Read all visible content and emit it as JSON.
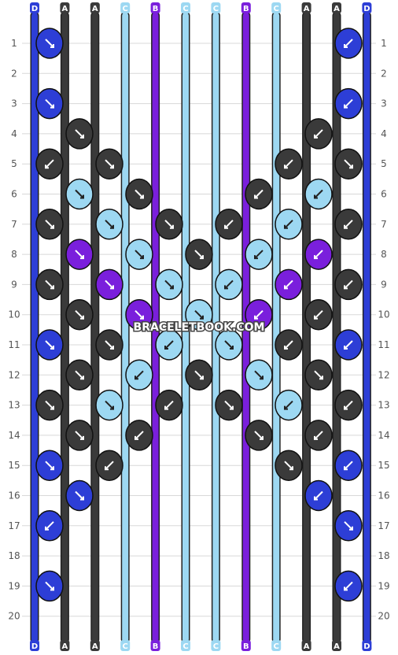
{
  "site_watermark": "BRACELETBOOK.COM",
  "colors": {
    "A": "#3a3a3a",
    "B": "#7a1fdc",
    "C": "#9dd8f2",
    "D": "#2d3ed6"
  },
  "strands_top": [
    "D",
    "A",
    "A",
    "C",
    "B",
    "C",
    "C",
    "B",
    "C",
    "A",
    "A",
    "D"
  ],
  "strands_bottom": [
    "D",
    "A",
    "A",
    "C",
    "B",
    "C",
    "C",
    "B",
    "C",
    "A",
    "A",
    "D"
  ],
  "rows": [
    "1",
    "2",
    "3",
    "4",
    "5",
    "6",
    "7",
    "8",
    "9",
    "10",
    "11",
    "12",
    "13",
    "14",
    "15",
    "16",
    "17",
    "18",
    "19",
    "20"
  ],
  "knots": [
    {
      "row": 1,
      "pos": 0,
      "color": "D",
      "dir": "se"
    },
    {
      "row": 1,
      "pos": 10,
      "color": "D",
      "dir": "sw"
    },
    {
      "row": 3,
      "pos": 0,
      "color": "D",
      "dir": "se"
    },
    {
      "row": 3,
      "pos": 10,
      "color": "D",
      "dir": "sw"
    },
    {
      "row": 4,
      "pos": 1,
      "color": "A",
      "dir": "se"
    },
    {
      "row": 4,
      "pos": 9,
      "color": "A",
      "dir": "sw"
    },
    {
      "row": 5,
      "pos": 0,
      "color": "A",
      "dir": "sw"
    },
    {
      "row": 5,
      "pos": 2,
      "color": "A",
      "dir": "se"
    },
    {
      "row": 5,
      "pos": 8,
      "color": "A",
      "dir": "sw"
    },
    {
      "row": 5,
      "pos": 10,
      "color": "A",
      "dir": "se"
    },
    {
      "row": 6,
      "pos": 1,
      "color": "C",
      "dir": "se"
    },
    {
      "row": 6,
      "pos": 3,
      "color": "A",
      "dir": "se"
    },
    {
      "row": 6,
      "pos": 7,
      "color": "A",
      "dir": "sw"
    },
    {
      "row": 6,
      "pos": 9,
      "color": "C",
      "dir": "sw"
    },
    {
      "row": 7,
      "pos": 0,
      "color": "A",
      "dir": "se"
    },
    {
      "row": 7,
      "pos": 2,
      "color": "C",
      "dir": "se"
    },
    {
      "row": 7,
      "pos": 4,
      "color": "A",
      "dir": "se"
    },
    {
      "row": 7,
      "pos": 6,
      "color": "A",
      "dir": "sw"
    },
    {
      "row": 7,
      "pos": 8,
      "color": "C",
      "dir": "sw"
    },
    {
      "row": 7,
      "pos": 10,
      "color": "A",
      "dir": "sw"
    },
    {
      "row": 8,
      "pos": 1,
      "color": "B",
      "dir": "se"
    },
    {
      "row": 8,
      "pos": 3,
      "color": "C",
      "dir": "se"
    },
    {
      "row": 8,
      "pos": 5,
      "color": "A",
      "dir": "se"
    },
    {
      "row": 8,
      "pos": 7,
      "color": "C",
      "dir": "sw"
    },
    {
      "row": 8,
      "pos": 9,
      "color": "B",
      "dir": "sw"
    },
    {
      "row": 9,
      "pos": 0,
      "color": "A",
      "dir": "se"
    },
    {
      "row": 9,
      "pos": 2,
      "color": "B",
      "dir": "se"
    },
    {
      "row": 9,
      "pos": 4,
      "color": "C",
      "dir": "se"
    },
    {
      "row": 9,
      "pos": 6,
      "color": "C",
      "dir": "sw"
    },
    {
      "row": 9,
      "pos": 8,
      "color": "B",
      "dir": "sw"
    },
    {
      "row": 9,
      "pos": 10,
      "color": "A",
      "dir": "sw"
    },
    {
      "row": 10,
      "pos": 1,
      "color": "A",
      "dir": "se"
    },
    {
      "row": 10,
      "pos": 3,
      "color": "B",
      "dir": "se"
    },
    {
      "row": 10,
      "pos": 5,
      "color": "C",
      "dir": "se"
    },
    {
      "row": 10,
      "pos": 7,
      "color": "B",
      "dir": "sw"
    },
    {
      "row": 10,
      "pos": 9,
      "color": "A",
      "dir": "sw"
    },
    {
      "row": 11,
      "pos": 0,
      "color": "D",
      "dir": "se"
    },
    {
      "row": 11,
      "pos": 2,
      "color": "A",
      "dir": "se"
    },
    {
      "row": 11,
      "pos": 4,
      "color": "C",
      "dir": "sw"
    },
    {
      "row": 11,
      "pos": 6,
      "color": "C",
      "dir": "se"
    },
    {
      "row": 11,
      "pos": 8,
      "color": "A",
      "dir": "sw"
    },
    {
      "row": 11,
      "pos": 10,
      "color": "D",
      "dir": "sw"
    },
    {
      "row": 12,
      "pos": 1,
      "color": "A",
      "dir": "se"
    },
    {
      "row": 12,
      "pos": 3,
      "color": "C",
      "dir": "sw"
    },
    {
      "row": 12,
      "pos": 5,
      "color": "A",
      "dir": "se"
    },
    {
      "row": 12,
      "pos": 7,
      "color": "C",
      "dir": "se"
    },
    {
      "row": 12,
      "pos": 9,
      "color": "A",
      "dir": "se"
    },
    {
      "row": 13,
      "pos": 0,
      "color": "A",
      "dir": "se"
    },
    {
      "row": 13,
      "pos": 2,
      "color": "C",
      "dir": "se"
    },
    {
      "row": 13,
      "pos": 4,
      "color": "A",
      "dir": "sw"
    },
    {
      "row": 13,
      "pos": 6,
      "color": "A",
      "dir": "se"
    },
    {
      "row": 13,
      "pos": 8,
      "color": "C",
      "dir": "sw"
    },
    {
      "row": 13,
      "pos": 10,
      "color": "A",
      "dir": "sw"
    },
    {
      "row": 14,
      "pos": 1,
      "color": "A",
      "dir": "se"
    },
    {
      "row": 14,
      "pos": 3,
      "color": "A",
      "dir": "sw"
    },
    {
      "row": 14,
      "pos": 7,
      "color": "A",
      "dir": "se"
    },
    {
      "row": 14,
      "pos": 9,
      "color": "A",
      "dir": "sw"
    },
    {
      "row": 15,
      "pos": 0,
      "color": "D",
      "dir": "se"
    },
    {
      "row": 15,
      "pos": 2,
      "color": "A",
      "dir": "sw"
    },
    {
      "row": 15,
      "pos": 8,
      "color": "A",
      "dir": "se"
    },
    {
      "row": 15,
      "pos": 10,
      "color": "D",
      "dir": "sw"
    },
    {
      "row": 16,
      "pos": 1,
      "color": "D",
      "dir": "se"
    },
    {
      "row": 16,
      "pos": 9,
      "color": "D",
      "dir": "sw"
    },
    {
      "row": 17,
      "pos": 0,
      "color": "D",
      "dir": "sw"
    },
    {
      "row": 17,
      "pos": 10,
      "color": "D",
      "dir": "se"
    },
    {
      "row": 19,
      "pos": 0,
      "color": "D",
      "dir": "se"
    },
    {
      "row": 19,
      "pos": 10,
      "color": "D",
      "dir": "sw"
    }
  ]
}
